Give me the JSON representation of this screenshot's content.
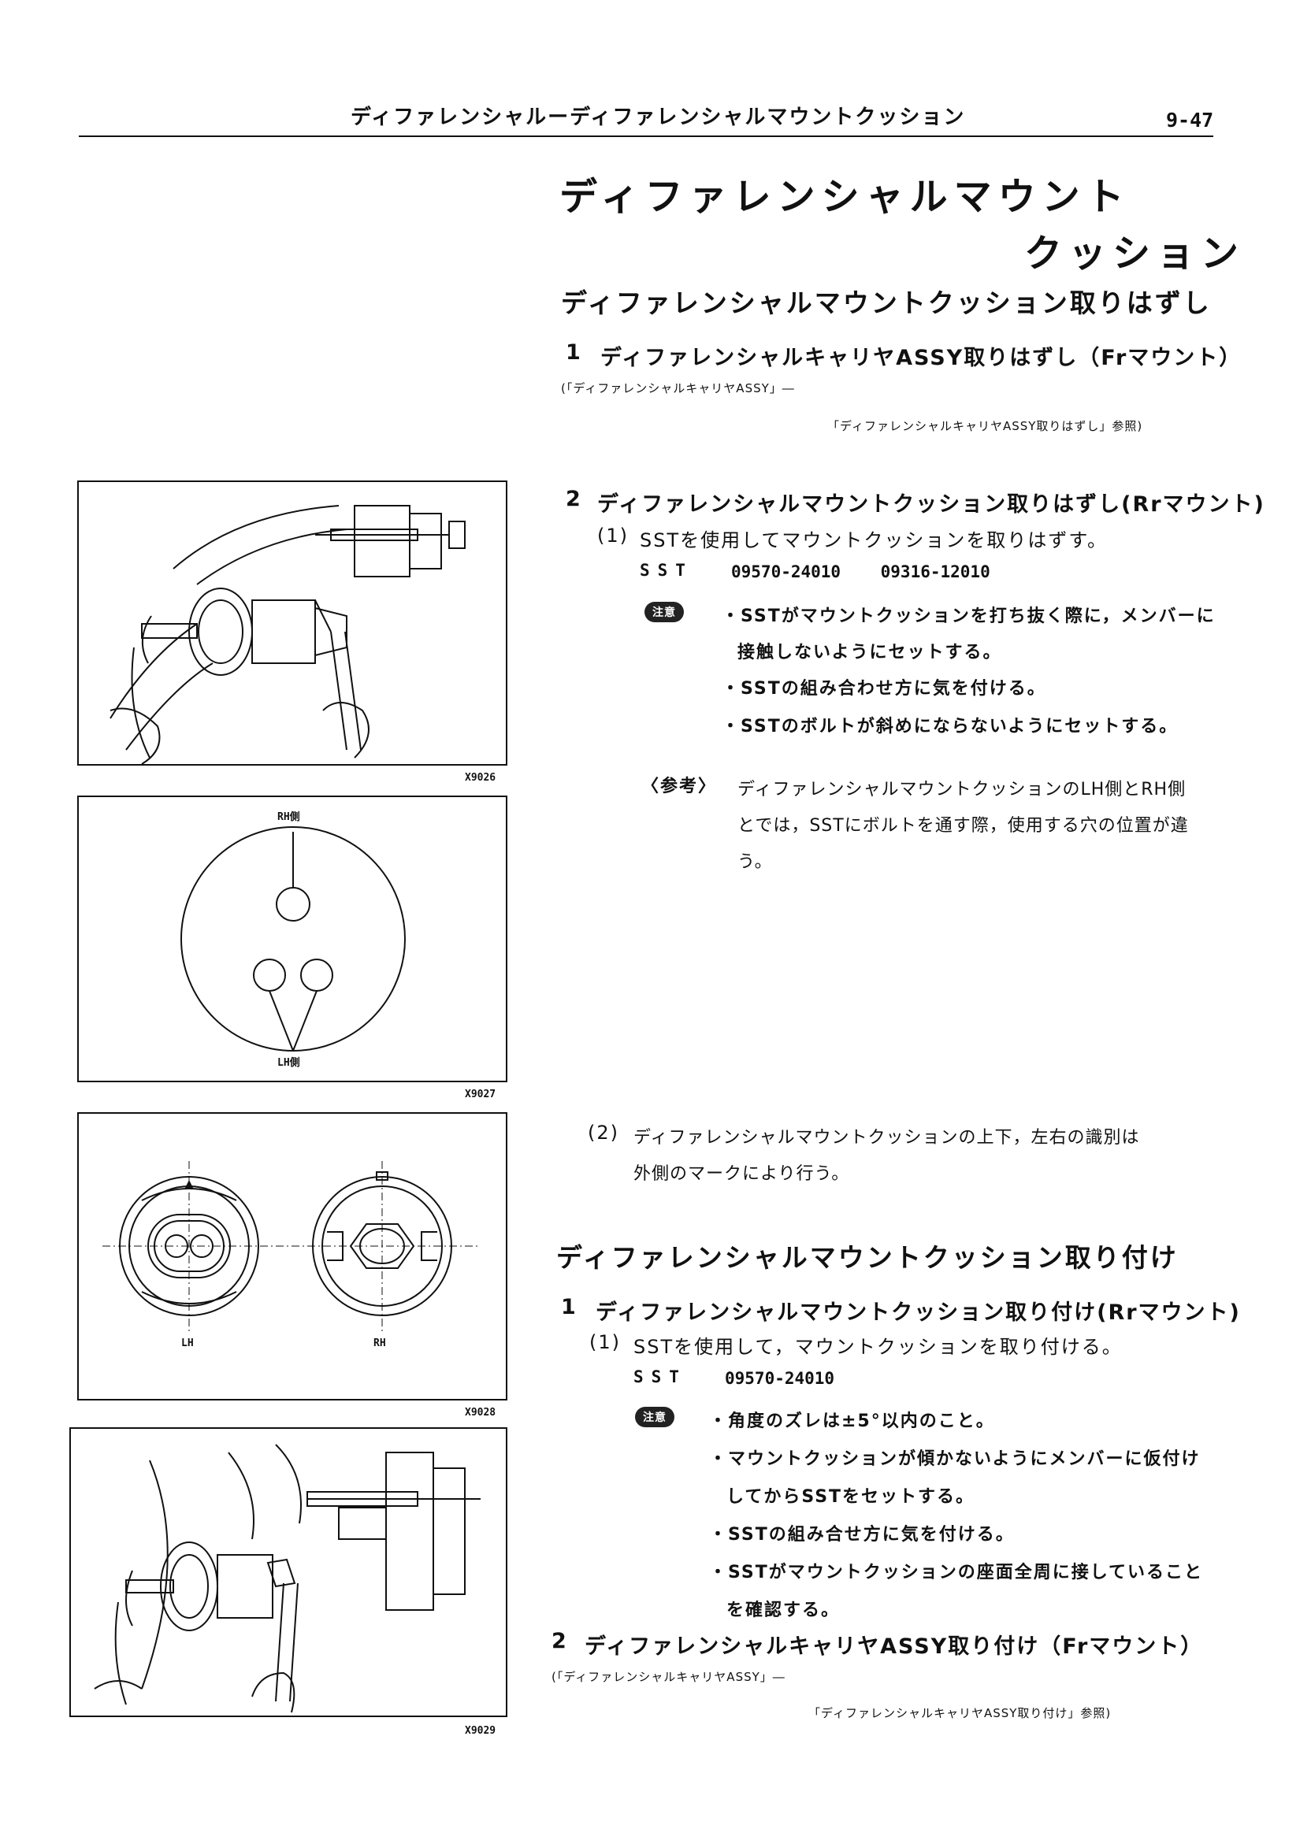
{
  "header": {
    "title": "ディファレンシャルーディファレンシャルマウントクッション",
    "page": "9-47"
  },
  "title_line1": "ディファレンシャルマウント",
  "title_line2": "クッション",
  "removal": {
    "heading": "ディファレンシャルマウントクッション取りはずし",
    "step1": {
      "num": "1",
      "text": "ディファレンシャルキャリヤASSY取りはずし（Frマウント）"
    },
    "step1_ref1": "(「ディファレンシャルキャリヤASSY」―",
    "step1_ref2": "「ディファレンシャルキャリヤASSY取りはずし」参照)",
    "step2": {
      "num": "2",
      "text": "ディファレンシャルマウントクッション取りはずし(Rrマウント)"
    },
    "sub1": {
      "num": "(1)",
      "text": "SSTを使用してマウントクッションを取りはずす。"
    },
    "sst_label": "SST",
    "sst_codes": "09570-24010    09316-12010",
    "caution_badge": "注意",
    "cautions": [
      "・SSTがマウントクッションを打ち抜く際に，メンバーに",
      "接触しないようにセットする。",
      "・SSTの組み合わせ方に気を付ける。",
      "・SSTのボルトが斜めにならないようにセットする。"
    ],
    "ref_label": "〈参考〉",
    "ref_lines": [
      "ディファレンシャルマウントクッションのLH側とRH側",
      "とでは，SSTにボルトを通す際，使用する穴の位置が違",
      "う。"
    ],
    "sub2": {
      "num": "(2)",
      "line1": "ディファレンシャルマウントクッションの上下，左右の識別は",
      "line2": "外側のマークにより行う。"
    }
  },
  "install": {
    "heading": "ディファレンシャルマウントクッション取り付け",
    "step1": {
      "num": "1",
      "text": "ディファレンシャルマウントクッション取り付け(Rrマウント)"
    },
    "sub1": {
      "num": "(1)",
      "text": "SSTを使用して，マウントクッションを取り付ける。"
    },
    "sst_label": "SST",
    "sst_codes": "09570-24010",
    "caution_badge": "注意",
    "cautions": [
      "・角度のズレは±5°以内のこと。",
      "・マウントクッションが傾かないようにメンバーに仮付け",
      "してからSSTをセットする。",
      "・SSTの組み合せ方に気を付ける。",
      "・SSTがマウントクッションの座面全周に接していること",
      "を確認する。"
    ],
    "step2": {
      "num": "2",
      "text": "ディファレンシャルキャリヤASSY取り付け（Frマウント）"
    },
    "step2_ref1": "(「ディファレンシャルキャリヤASSY」―",
    "step2_ref2": "「ディファレンシャルキャリヤASSY取り付け」参照)"
  },
  "figures": {
    "fig1": {
      "id": "X9026"
    },
    "fig2": {
      "id": "X9027",
      "label_rh": "RH側",
      "label_lh": "LH側"
    },
    "fig3": {
      "id": "X9028",
      "label_lh": "LH",
      "label_rh": "RH"
    },
    "fig4": {
      "id": "X9029"
    }
  }
}
